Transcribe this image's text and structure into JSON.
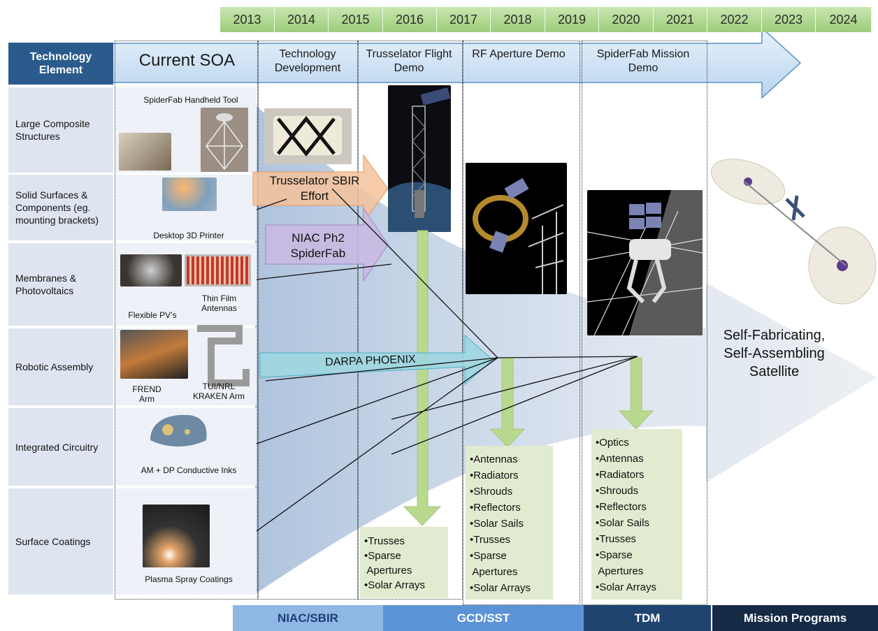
{
  "years": [
    "2013",
    "2014",
    "2015",
    "2016",
    "2017",
    "2018",
    "2019",
    "2020",
    "2021",
    "2022",
    "2023",
    "2024"
  ],
  "header": {
    "tech_element": "Technology Element",
    "current_soa": "Current SOA",
    "phases": [
      {
        "title": "Technology Development"
      },
      {
        "title": "Trusselator Flight Demo"
      },
      {
        "title": "RF Aperture Demo"
      },
      {
        "title": "SpiderFab Mission Demo"
      }
    ]
  },
  "rows": [
    {
      "label": "Large Composite Structures"
    },
    {
      "label": "Solid Surfaces & Components (eg. mounting brackets)"
    },
    {
      "label": "Membranes & Photovoltaics"
    },
    {
      "label": "Robotic Assembly"
    },
    {
      "label": "Integrated Circuitry"
    },
    {
      "label": "Surface Coatings"
    }
  ],
  "soa_captions": {
    "handheld_tool": "SpiderFab Handheld Tool",
    "printer": "Desktop 3D Printer",
    "flexible_pv": "Flexible PV’s",
    "thin_film": "Thin Film Antennas",
    "frend": "FREND Arm",
    "kraken": "TUI/NRL KRAKEN Arm",
    "inks": "AM + DP Conductive Inks",
    "plasma": "Plasma Spray Coatings"
  },
  "efforts": {
    "trusselator_sbir": "Trusselator SBIR Effort",
    "niac": "NIAC Ph2 SpiderFab",
    "darpa": "DARPA PHOENIX"
  },
  "outcome": "Self-Fabricating, Self-Assembling Satellite",
  "lists": {
    "trusselator": [
      "•Trusses",
      "•Sparse",
      " Apertures",
      "•Solar Arrays"
    ],
    "rf": [
      "•Antennas",
      "•Radiators",
      "•Shrouds",
      "•Reflectors",
      "•Solar Sails",
      "•Trusses",
      "•Sparse",
      " Apertures",
      "•Solar Arrays"
    ],
    "mission": [
      "•Optics",
      "•Antennas",
      "•Radiators",
      "•Shrouds",
      "•Reflectors",
      "•Solar Sails",
      "•Trusses",
      "•Sparse",
      " Apertures",
      "•Solar Arrays"
    ]
  },
  "bands": [
    {
      "label": "NIAC/SBIR",
      "color": "#8fb7e6",
      "text_color": "#1f3f73"
    },
    {
      "label": "GCD/SST",
      "color": "#5b93d6",
      "text_color": "#ffffff"
    },
    {
      "label": "TDM",
      "color": "#1f4470",
      "text_color": "#ffffff"
    },
    {
      "label": "Mission Programs",
      "color": "#152a45",
      "text_color": "#ffffff"
    }
  ],
  "colors": {
    "header_blue": "#2b5a8c",
    "row_bg": "#dfe5f0",
    "arrow_blue": "#cfe2f6",
    "list_green": "#e0ebcf",
    "green_arrow": "#b9d98f",
    "orange_arrow": "#f4c29a",
    "purple_arrow": "#c9b9e2",
    "cyan_arrow": "#9fd6e0"
  }
}
